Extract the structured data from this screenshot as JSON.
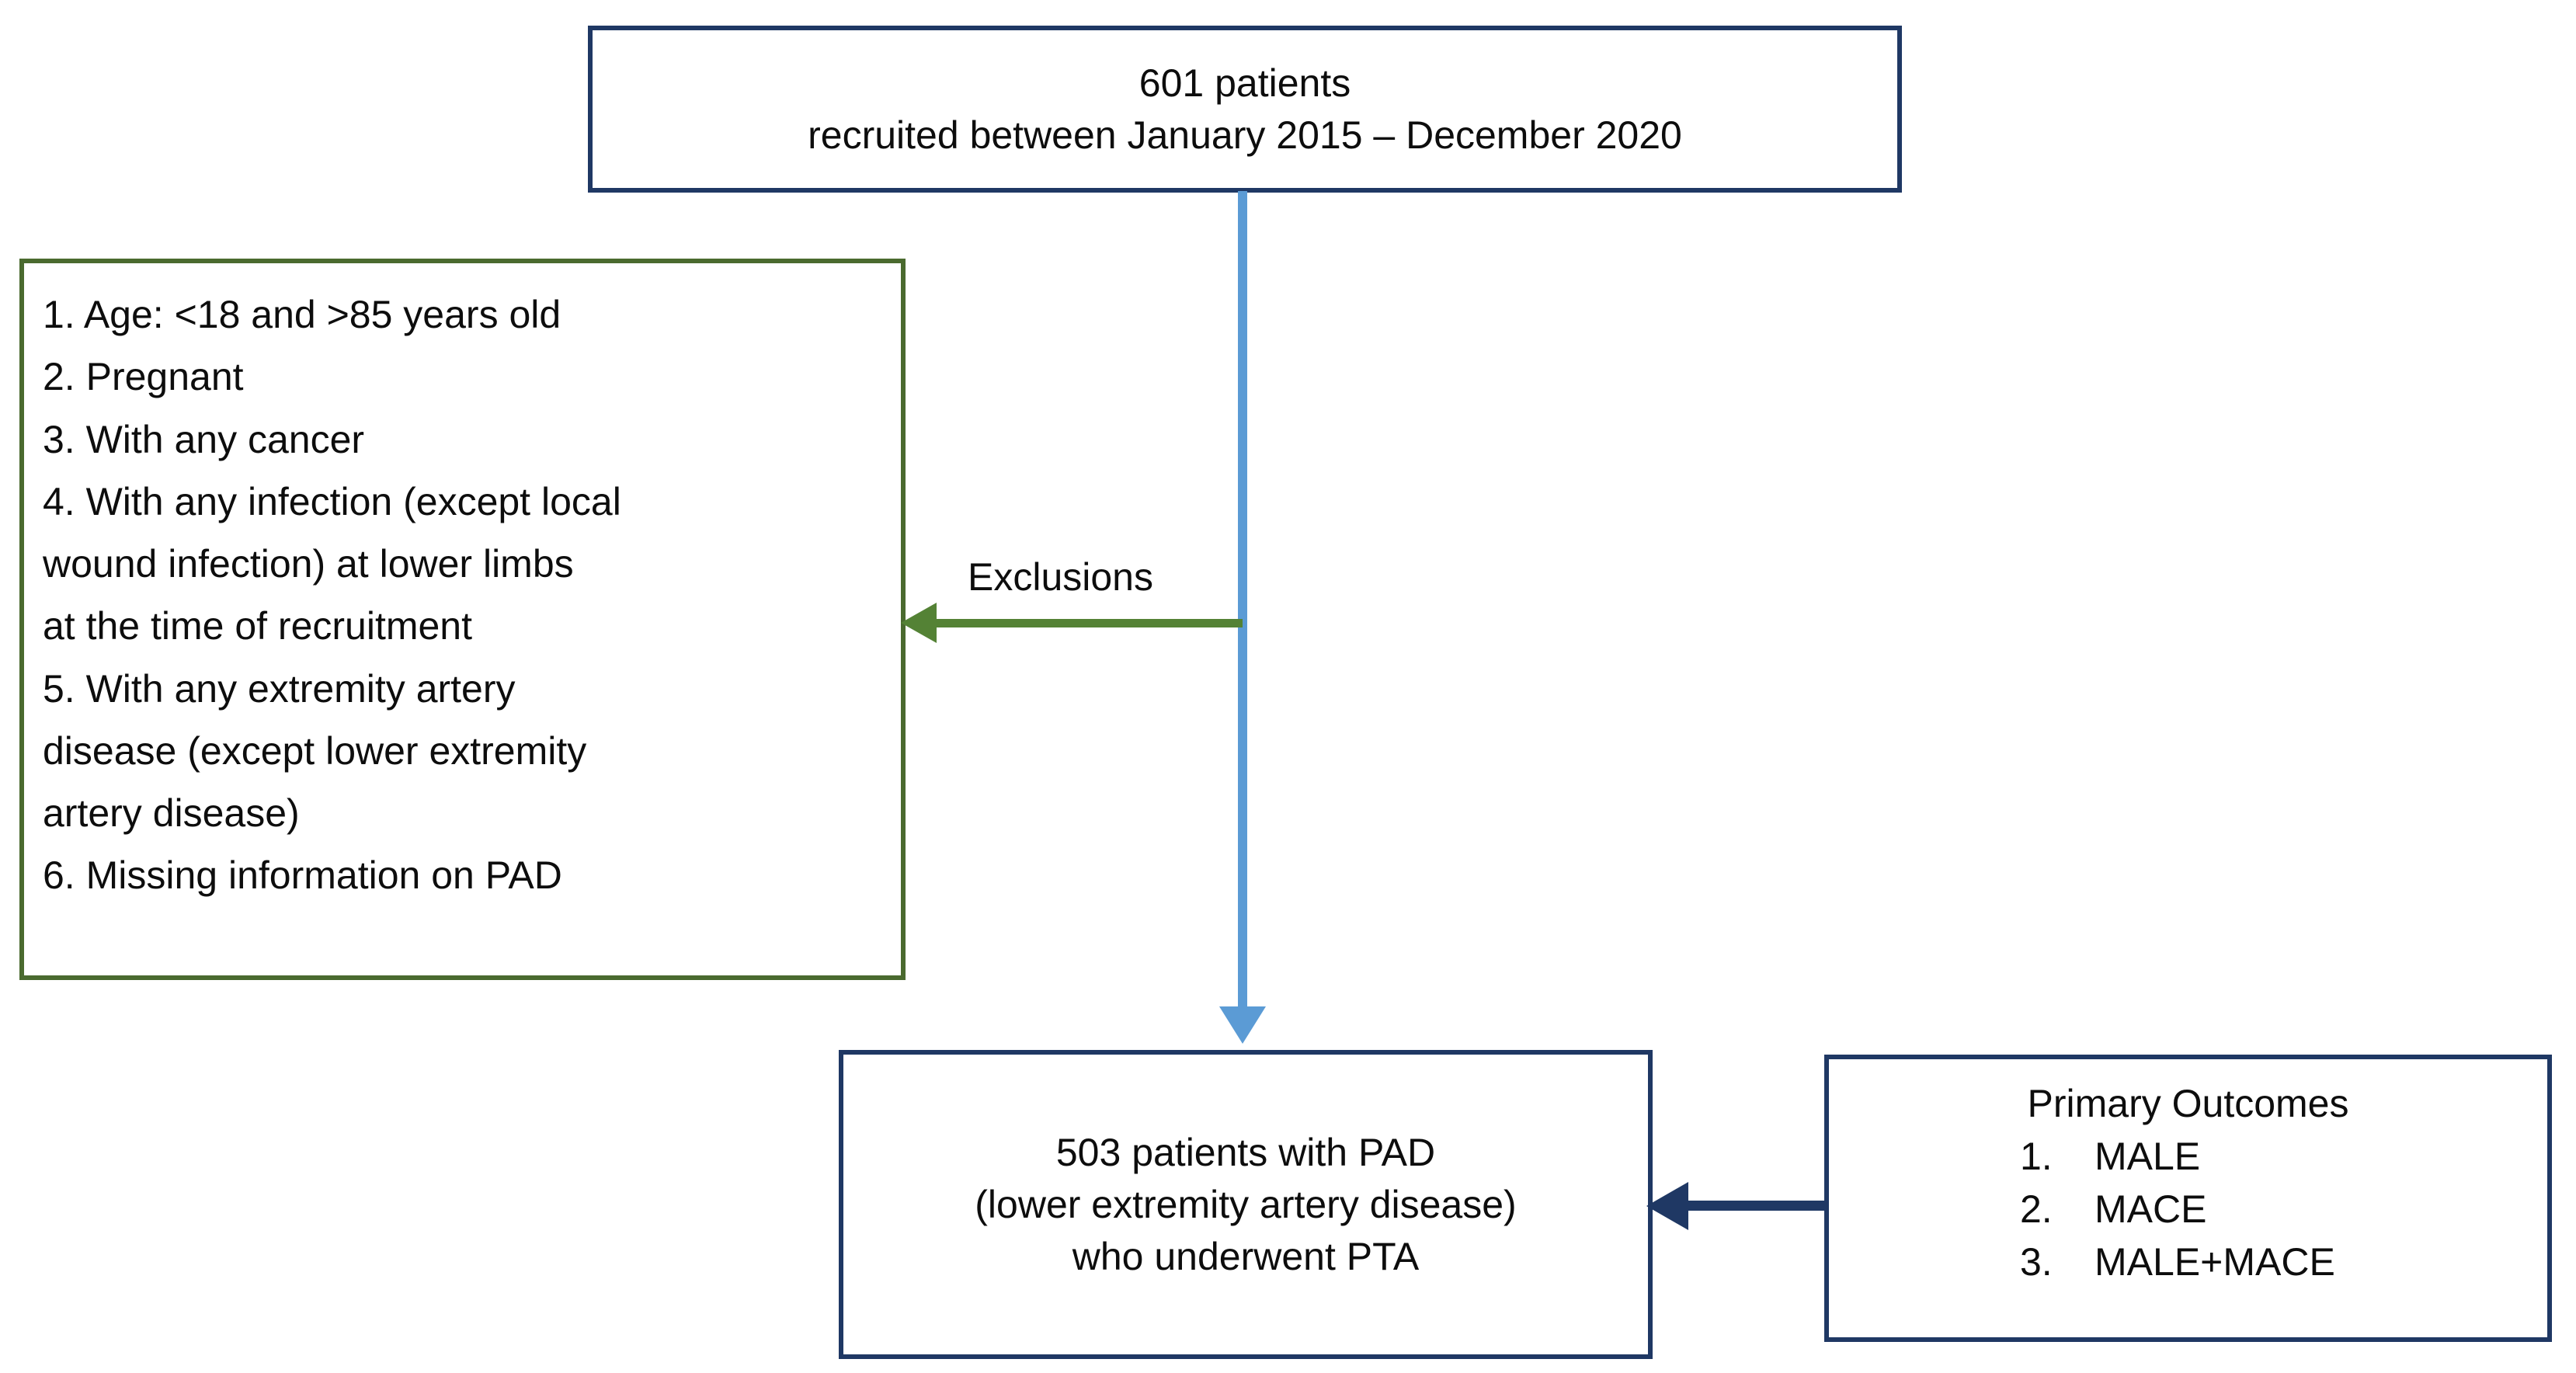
{
  "diagram": {
    "title": "Patient recruitment and exclusion flowchart",
    "colors": {
      "navy_border": "#1F3864",
      "green_border": "#4A6A2F",
      "blue_arrow": "#5B9BD5",
      "green_arrow": "#548235",
      "navy_arrow": "#1F3864",
      "text": "#0d0d0d",
      "background": "#ffffff"
    }
  },
  "boxes": {
    "recruitment": {
      "lines": [
        "601 patients",
        "recruited between January 2015 – December 2020"
      ]
    },
    "exclusions": {
      "lines": [
        "1. Age: <18 and >85 years old",
        "2. Pregnant",
        "3. With any cancer",
        "4. With any infection (except local",
        "wound infection) at lower limbs",
        "at the time of recruitment",
        "5. With any extremity artery",
        "disease (except lower extremity",
        "artery disease)",
        "6. Missing information on PAD"
      ]
    },
    "cohort": {
      "lines": [
        "503 patients with PAD",
        "(lower extremity artery disease)",
        "who underwent PTA"
      ]
    },
    "outcomes": {
      "title": "Primary Outcomes",
      "items": [
        {
          "number": "1.",
          "label": "MALE"
        },
        {
          "number": "2.",
          "label": "MACE"
        },
        {
          "number": "3.",
          "label": "MALE+MACE"
        }
      ]
    }
  },
  "connectors": {
    "exclusions_label": "Exclusions"
  }
}
